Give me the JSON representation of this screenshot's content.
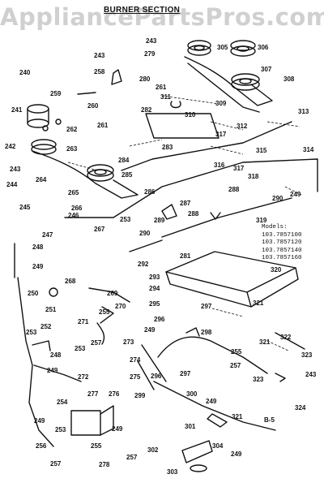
{
  "watermark": "AppliancePartsPros.com",
  "title": "BURNER SECTION",
  "models": {
    "heading": "Models:",
    "list": [
      "103.7857100",
      "103.7857120",
      "103.7857140",
      "103.7857160"
    ]
  },
  "diagram_code": "B-5",
  "part_labels": {
    "p240": "240",
    "p241": "241",
    "p242": "242",
    "p243a": "243",
    "p243b": "243",
    "p243c": "243",
    "p243d": "243",
    "p244": "244",
    "p245": "245",
    "p246": "246",
    "p247": "247",
    "p248a": "248",
    "p248b": "248",
    "p249a": "249",
    "p249b": "249",
    "p249c": "249",
    "p249d": "249",
    "p249e": "249",
    "p249f": "249",
    "p249g": "249",
    "p249h": "249",
    "p250": "250",
    "p251": "251",
    "p252": "252",
    "p253a": "253",
    "p253b": "253",
    "p253c": "253",
    "p253d": "253",
    "p254": "254",
    "p255a": "255",
    "p255b": "255",
    "p255c": "255",
    "p256": "256",
    "p257a": "257",
    "p257b": "257",
    "p257c": "257",
    "p257d": "257",
    "p258": "258",
    "p259": "259",
    "p260": "260",
    "p261a": "261",
    "p261b": "261",
    "p262": "262",
    "p263": "263",
    "p264": "264",
    "p265": "265",
    "p266": "266",
    "p267": "267",
    "p268": "268",
    "p269": "269",
    "p270": "270",
    "p271": "271",
    "p272": "272",
    "p273": "273",
    "p274": "274",
    "p275": "275",
    "p276": "276",
    "p277": "277",
    "p278": "278",
    "p279": "279",
    "p280": "280",
    "p281": "281",
    "p282": "282",
    "p283": "283",
    "p284": "284",
    "p285": "285",
    "p286": "286",
    "p287": "287",
    "p288a": "288",
    "p288b": "288",
    "p289": "289",
    "p290a": "290",
    "p290b": "290",
    "p292": "292",
    "p293": "293",
    "p294": "294",
    "p295": "295",
    "p296a": "296",
    "p296b": "296",
    "p297a": "297",
    "p297b": "297",
    "p298": "298",
    "p299": "299",
    "p300": "300",
    "p301": "301",
    "p302": "302",
    "p303": "303",
    "p304": "304",
    "p305": "305",
    "p306": "306",
    "p307": "307",
    "p308": "308",
    "p309": "309",
    "p310": "310",
    "p311": "311",
    "p312": "312",
    "p313": "313",
    "p314": "314",
    "p315": "315",
    "p316": "316",
    "p317a": "317",
    "p317b": "317",
    "p318": "318",
    "p319": "319",
    "p320": "320",
    "p321a": "321",
    "p321b": "321",
    "p321c": "321",
    "p322": "322",
    "p323a": "323",
    "p323b": "323",
    "p324": "324"
  }
}
